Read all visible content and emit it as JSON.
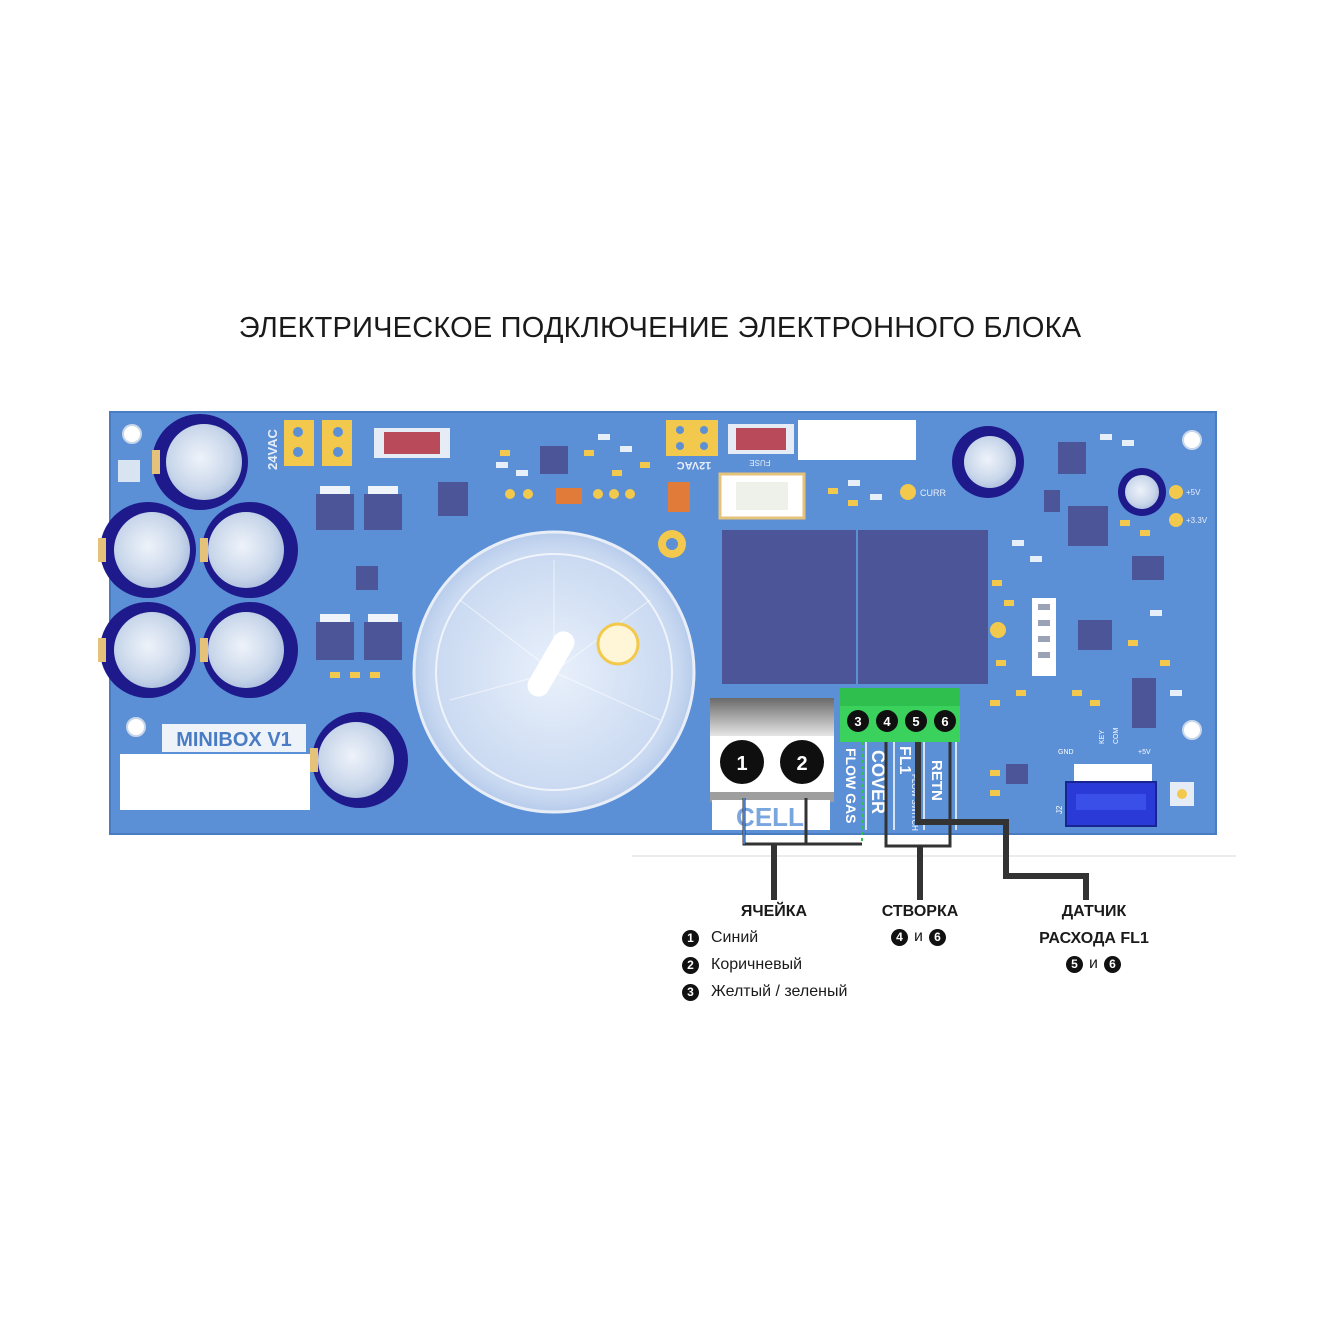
{
  "title": "ЭЛЕКТРИЧЕСКОЕ ПОДКЛЮЧЕНИЕ ЭЛЕКТРОННОГО БЛОКА",
  "board": {
    "model": "MINIBOX V1",
    "voltage_in": "24VAC",
    "voltage_12": "12VAC",
    "fuse": "FUSE",
    "curr": "CURR",
    "plus5": "+5V",
    "plus33": "+3.3V",
    "gnd": "GND",
    "key": "KEY",
    "com": "COM",
    "j2": "J2",
    "cell_label": "CELL",
    "terminal_labels": [
      "FLOW GAS",
      "COVER",
      "FL1",
      "RETN"
    ],
    "flow_switch": "FLOW SWITCH",
    "big_terminal_numbers": [
      "1",
      "2"
    ],
    "green_terminal_numbers": [
      "3",
      "4",
      "5",
      "6"
    ]
  },
  "groups": {
    "cell": {
      "heading": "ЯЧЕЙКА",
      "legend": [
        {
          "num": "1",
          "text": "Синий"
        },
        {
          "num": "2",
          "text": "Коричневый"
        },
        {
          "num": "3",
          "text": "Желтый / зеленый"
        }
      ]
    },
    "cover": {
      "heading": "СТВОРКА",
      "pair": {
        "a": "4",
        "and": "и",
        "b": "6"
      }
    },
    "flow": {
      "heading_line1": "ДАТЧИК",
      "heading_line2": "РАСХОДА FL1",
      "pair": {
        "a": "5",
        "and": "и",
        "b": "6"
      }
    }
  },
  "colors": {
    "board": "#5b8fd6",
    "board_dark": "#4a7cc4",
    "capacitor": "#1e1a8c",
    "capacitor_top": "#dce6f2",
    "terminal_green": "#2fbf4f",
    "relay": "#4c5597",
    "wire": "#333333"
  }
}
